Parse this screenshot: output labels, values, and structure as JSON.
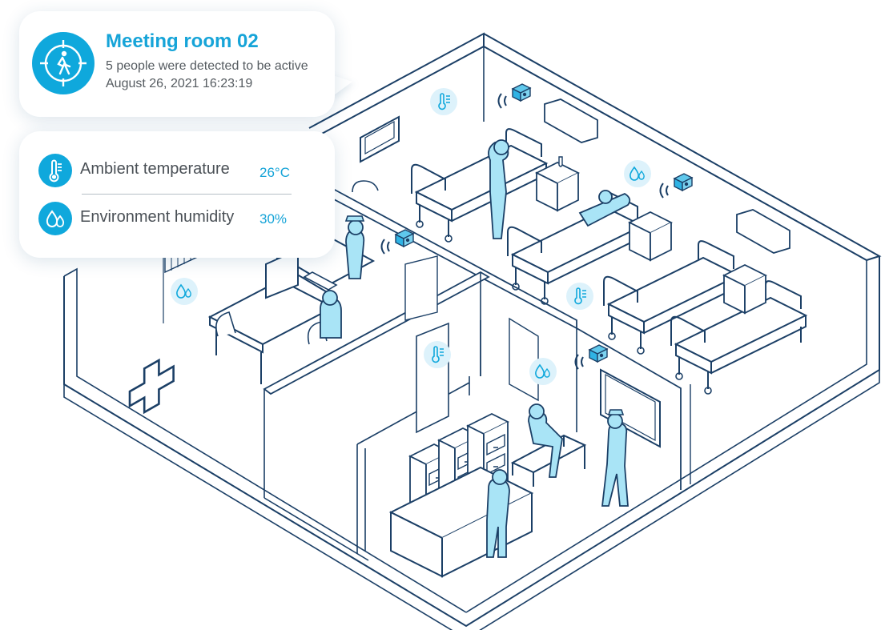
{
  "alert": {
    "title": "Meeting room 02",
    "message": "5 people were detected to be active",
    "timestamp": "August 26, 2021 16:23:19",
    "icon": "person-detection-icon"
  },
  "environment": {
    "temperature": {
      "label": "Ambient temperature",
      "value": "26°C",
      "icon": "thermometer-icon"
    },
    "humidity": {
      "label": "Environment humidity",
      "value": "30%",
      "icon": "humidity-drops-icon"
    }
  },
  "colors": {
    "accent": "#0fa8dc",
    "line": "#1b3f66",
    "figure_fill": "#a9e4f6",
    "marker_fill": "#ddf2fb",
    "text": "#4a5056"
  }
}
